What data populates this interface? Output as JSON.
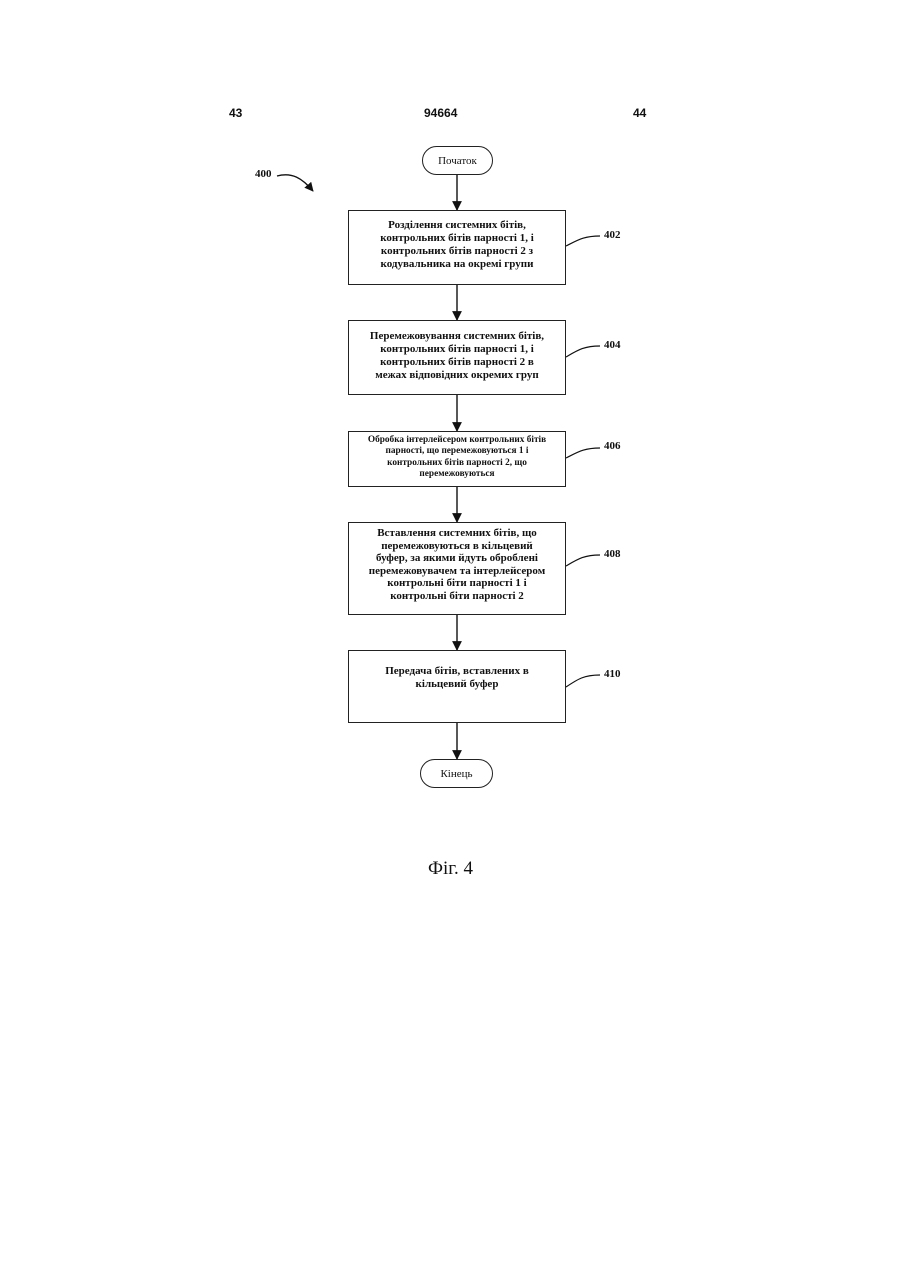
{
  "header": {
    "left_page": "43",
    "patent_number": "94664",
    "right_page": "44"
  },
  "diagram": {
    "figure_ref": "400",
    "start_label": "Початок",
    "end_label": "Кінець",
    "steps": [
      {
        "ref": "402",
        "text": "Розділення системних бітів,\nконтрольних бітів парності 1, і\nконтрольних бітів парності 2 з\nкодувальника на окремі групи"
      },
      {
        "ref": "404",
        "text": "Перемежовування системних бітів,\nконтрольних бітів парності 1, і\nконтрольних бітів парності 2 в\nмежах відповідних окремих груп"
      },
      {
        "ref": "406",
        "text": "Обробка інтерлейсером контрольних бітів\nпарності, що перемежовуються 1 і\nконтрольних бітів парності 2, що\nперемежовуються"
      },
      {
        "ref": "408",
        "text": "Вставлення системних бітів, що\nперемежовуються в кільцевий\nбуфер, за якими йдуть оброблені\nперемежовувачем та інтерлейсером\nконтрольні біти парності 1 і\nконтрольні біти парності 2"
      },
      {
        "ref": "410",
        "text": "Передача бітів, вставлених в\nкільцевий буфер"
      }
    ]
  },
  "caption": "Фіг. 4"
}
